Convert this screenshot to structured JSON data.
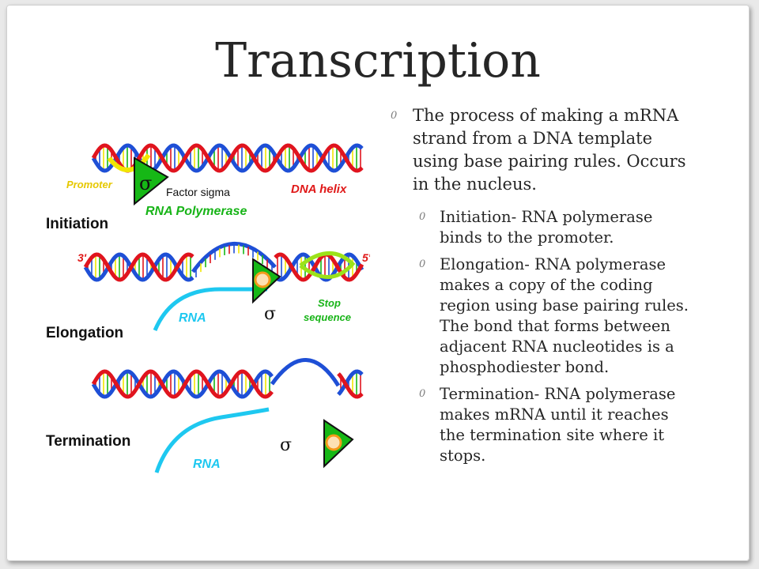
{
  "slide": {
    "title": "Transcription",
    "bullets": [
      {
        "marker": "0",
        "text": "The process of making a mRNA strand from a DNA template using base pairing rules. Occurs in the nucleus.",
        "subbullets": [
          {
            "marker": "0",
            "text": "Initiation- RNA polymerase binds to the promoter."
          },
          {
            "marker": "0",
            "text": "Elongation- RNA polymerase makes a copy of the coding region using base pairing rules. The bond that forms between adjacent RNA nucleotides is a phosphodiester bond."
          },
          {
            "marker": "0",
            "text": "Termination- RNA polymerase makes mRNA until it reaches the termination site where it stops."
          }
        ]
      }
    ]
  },
  "figure": {
    "labels": {
      "promoter": "Promoter",
      "factor_sigma": "Factor sigma",
      "dna_helix": "DNA helix",
      "rna_polymerase": "RNA Polymerase",
      "initiation": "Initiation",
      "three_prime": "3'",
      "five_prime": "5'",
      "stop": "Stop",
      "sequence": "sequence",
      "rna_elong": "RNA",
      "elongation": "Elongation",
      "termination": "Termination",
      "rna_term": "RNA",
      "sigma_symbol": "σ"
    },
    "colors": {
      "dna_blue": "#1e4fd6",
      "dna_red": "#e0141e",
      "promoter_yellow": "#f2e600",
      "stop_green": "#9be21a",
      "rna_cyan": "#1ec8f0",
      "polymerase_green": "#16b816",
      "label_yellow": "#e6c800",
      "label_green": "#18b418",
      "label_red": "#e01818",
      "label_cyan": "#1ec8f0"
    }
  }
}
